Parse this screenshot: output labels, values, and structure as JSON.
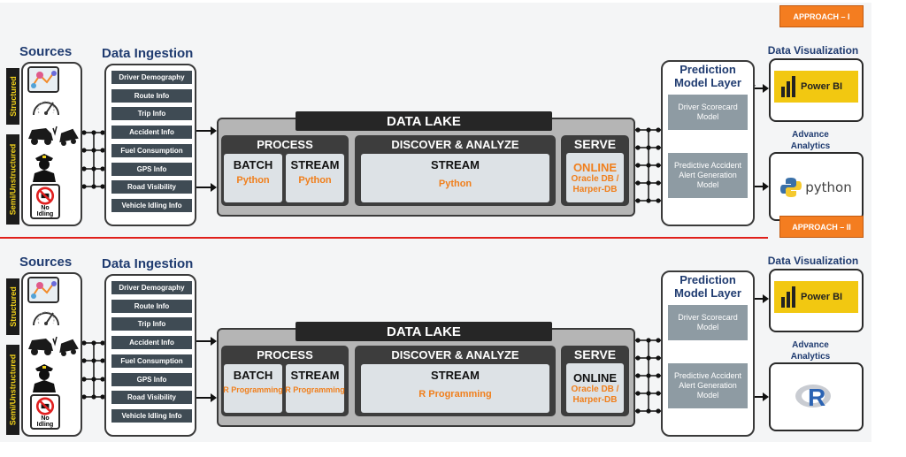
{
  "approaches": [
    {
      "approach_label": "APPROACH – I",
      "sources_heading": "Sources",
      "ingestion_heading": "Data Ingestion",
      "side_labels": {
        "structured": "Structured",
        "semi_unstructured": "Semi/Unstructured"
      },
      "source_icons": [
        "map-route-icon",
        "speedometer-icon",
        "car-accident-icon",
        "police-officer-icon",
        "no-idling-sign-icon"
      ],
      "no_idling_text": "No Idling",
      "ingestion_items": [
        "Driver Demography",
        "Route  Info",
        "Trip Info",
        "Accident Info",
        "Fuel Consumption",
        "GPS Info",
        "Road Visibility",
        "Vehicle Idling Info"
      ],
      "data_lake": {
        "title": "DATA LAKE",
        "process": {
          "title": "PROCESS",
          "batch": {
            "title": "BATCH",
            "tech": "Python"
          },
          "stream": {
            "title": "STREAM",
            "tech": "Python"
          }
        },
        "discover": {
          "title": "DISCOVER & ANALYZE",
          "stream": {
            "title": "STREAM",
            "tech": "Python"
          }
        },
        "serve": {
          "title": "SERVE",
          "online": "ONLINE",
          "db": "Oracle DB / Harper-DB"
        }
      },
      "prediction": {
        "title": "Prediction Model Layer",
        "items": [
          "Driver Scorecard Model",
          "Predictive Accident Alert Generation Model"
        ]
      },
      "visualization": {
        "title": "Data Visualization",
        "tool": "Power BI"
      },
      "advance_analytics": {
        "title": "Advance Analytics",
        "tool": "python"
      }
    },
    {
      "approach_label": "APPROACH – II",
      "sources_heading": "Sources",
      "ingestion_heading": "Data Ingestion",
      "side_labels": {
        "structured": "Structured",
        "semi_unstructured": "Semi/Unstructured"
      },
      "source_icons": [
        "map-route-icon",
        "speedometer-icon",
        "car-accident-icon",
        "police-officer-icon",
        "no-idling-sign-icon"
      ],
      "no_idling_text": "No Idling",
      "ingestion_items": [
        "Driver Demography",
        "Route  Info",
        "Trip Info",
        "Accident Info",
        "Fuel Consumption",
        "GPS Info",
        "Road Visibility",
        "Vehicle Idling Info"
      ],
      "data_lake": {
        "title": "DATA LAKE",
        "process": {
          "title": "PROCESS",
          "batch": {
            "title": "BATCH",
            "tech": "R Programming"
          },
          "stream": {
            "title": "STREAM",
            "tech": "R Programming"
          }
        },
        "discover": {
          "title": "DISCOVER & ANALYZE",
          "stream": {
            "title": "STREAM",
            "tech": "R Programming"
          }
        },
        "serve": {
          "title": "SERVE",
          "online": "ONLINE",
          "db": "Oracle DB / Harper-DB"
        }
      },
      "prediction": {
        "title": "Prediction Model Layer",
        "items": [
          "Driver Scorecard Model",
          "Predictive Accident Alert Generation Model"
        ]
      },
      "visualization": {
        "title": "Data Visualization",
        "tool": "Power BI"
      },
      "advance_analytics": {
        "title": "Advance Analytics",
        "tool": "R"
      }
    }
  ],
  "colors": {
    "accent_orange": "#F47D20",
    "heading_blue": "#1F3B70",
    "divider_red": "#E0201B",
    "label_yellow": "#F2D21B"
  }
}
